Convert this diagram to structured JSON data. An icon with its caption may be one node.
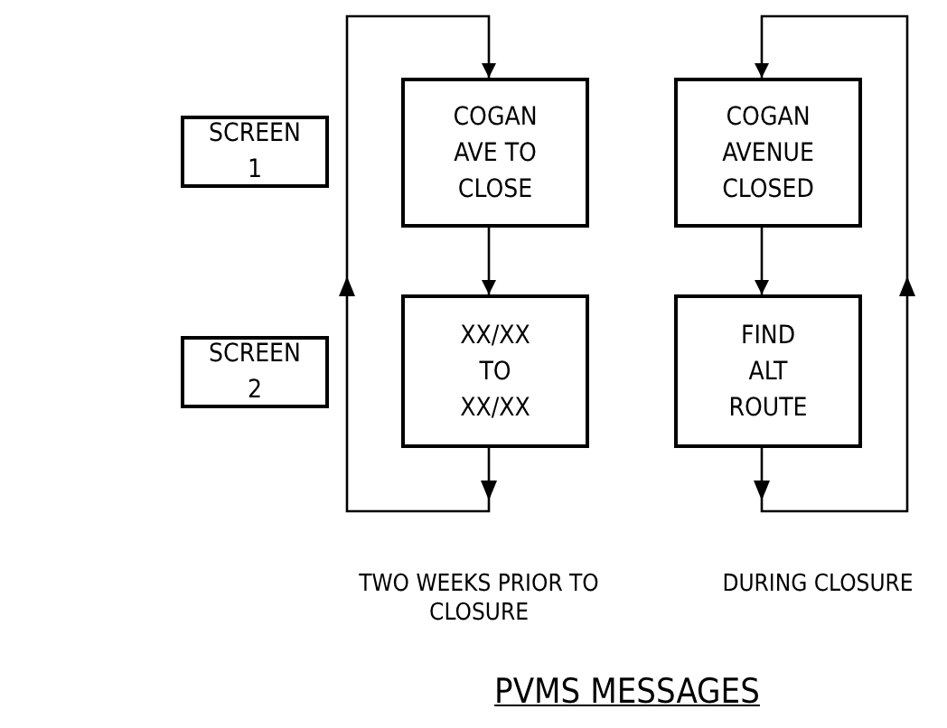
{
  "diagram": {
    "title": "PVMS MESSAGES",
    "nodes": [
      {
        "text": [
          "SCREEN 1"
        ]
      },
      {
        "text": [
          "SCREEN 2"
        ]
      },
      {
        "text": [
          "COGAN AVE TO CLOSE"
        ]
      },
      {
        "text": [
          "XX/XX TO XX/XX"
        ]
      },
      {
        "text": [
          "COGAN AVENUE CLOSED"
        ]
      },
      {
        "text": [
          "FIND ALT ROUTE"
        ]
      }
    ],
    "edges": [
      {
        "from": 2,
        "to": 3,
        "arrow": "to"
      },
      {
        "from": 3,
        "to": 2,
        "arrow": "to"
      },
      {
        "from": 4,
        "to": 5,
        "arrow": "to"
      },
      {
        "from": 5,
        "to": 4,
        "arrow": "to"
      }
    ],
    "labels": [
      "TWO WEEKS PRIOR TO CLOSURE",
      "DURING CLOSURE"
    ]
  }
}
